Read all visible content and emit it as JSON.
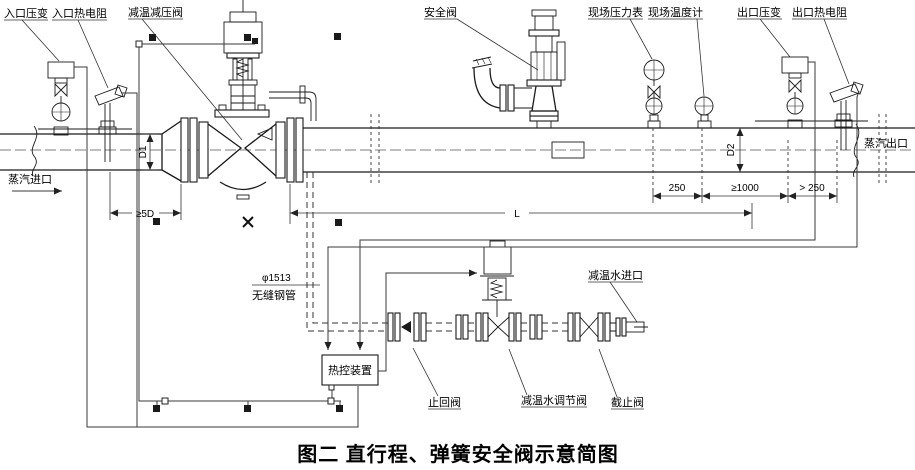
{
  "figure": {
    "caption": "图二  直行程、弹簧安全阀示意简图"
  },
  "labels": {
    "inlet_pressure_transmitter": "入口压变",
    "inlet_rtd": "入口热电阻",
    "reducing_valve": "减温减压阀",
    "safety_valve": "安全阀",
    "local_pressure_gauge": "现场压力表",
    "local_thermometer": "现场温度计",
    "outlet_pressure_transmitter": "出口压变",
    "outlet_rtd": "出口热电阻",
    "steam_inlet": "蒸汽进口",
    "steam_outlet": "蒸汽出口",
    "water_inlet": "减温水进口",
    "pipe_spec_line1": "φ1513",
    "pipe_spec_line2": "无缝钢管",
    "control_unit": "热控装置",
    "check_valve": "止回阀",
    "water_control_valve": "减温水调节阀",
    "stop_valve": "截止阀"
  },
  "dimensions": {
    "d1": "D1",
    "d2": "D2",
    "min_5d": "≥5D",
    "length": "L",
    "dist_250": "250",
    "dist_1000": "≥1000",
    "dist_gt250": "> 250"
  },
  "colors": {
    "line": "#1a1a1a",
    "background": "#ffffff"
  }
}
